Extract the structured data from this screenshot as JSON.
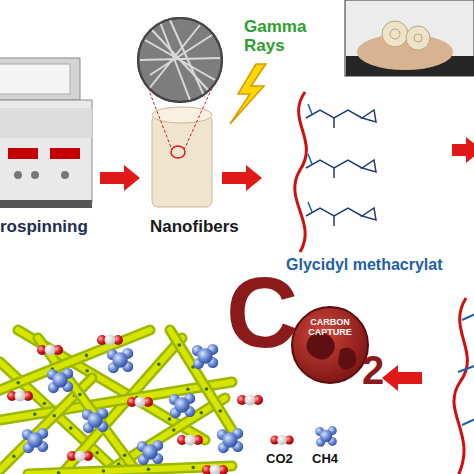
{
  "diagram": {
    "labels": [
      "rospinning",
      "Nanofibers",
      "Gamma Rays",
      "Glycidyl methacrylat",
      "C",
      "CARBON CAPTURE",
      "2",
      "CO2",
      "CH4"
    ]
  }
}
